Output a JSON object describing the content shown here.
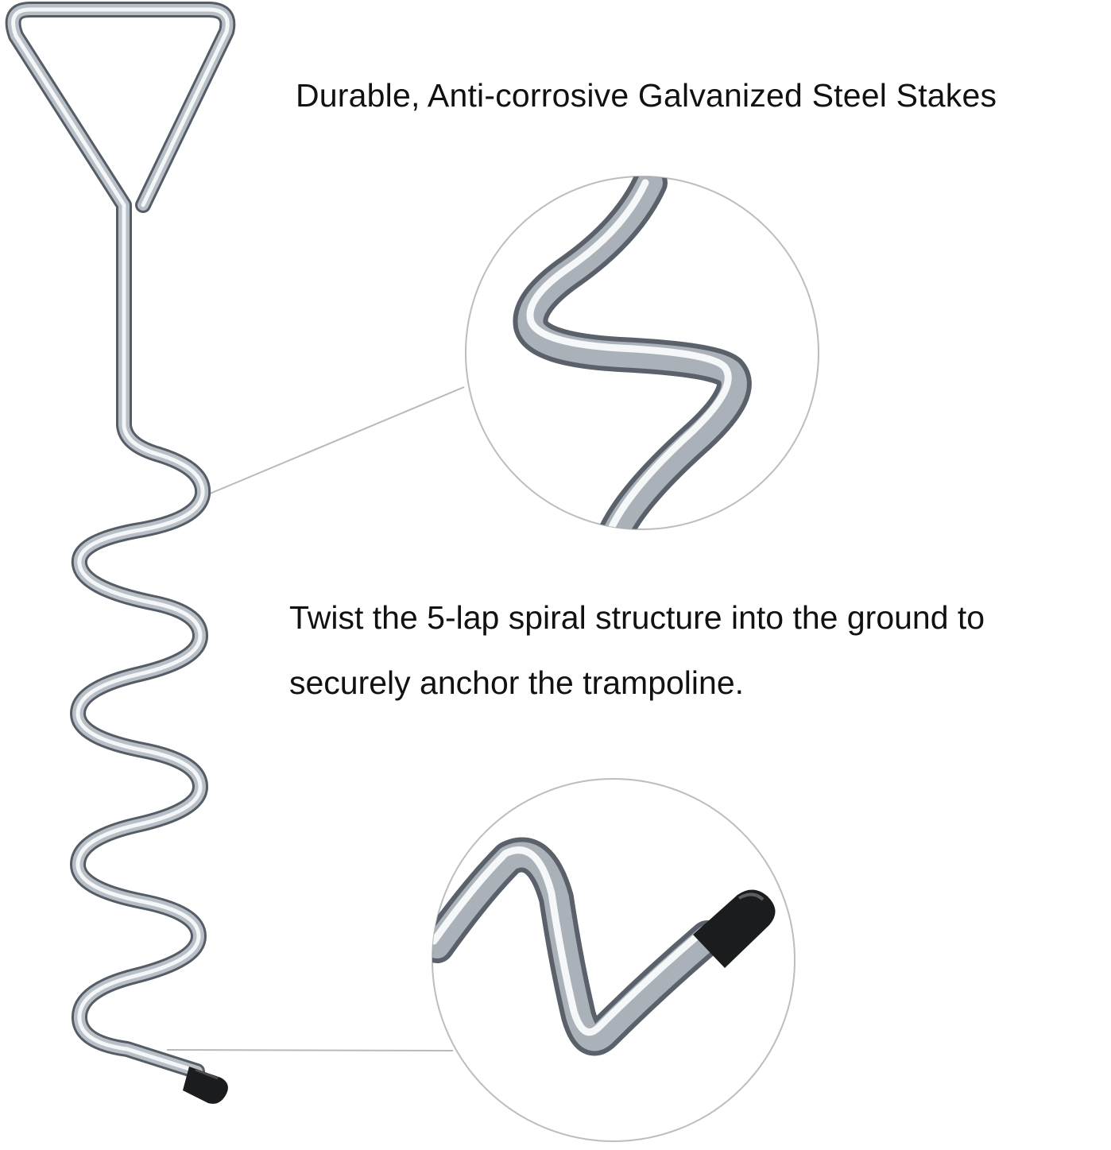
{
  "headline": "Durable, Anti-corrosive Galvanized Steel Stakes",
  "description": {
    "line1": "Twist the 5-lap spiral structure into the ground to",
    "line2": "securely anchor the trampoline."
  },
  "colors": {
    "steel_light": "#f2f4f6",
    "steel_mid": "#a9b0b8",
    "steel_dark": "#5f6670",
    "cap": "#1b1c1e",
    "callout_line": "#b9b9b9",
    "circle_outline": "#bdbdbd"
  },
  "icons": [
    "spiral-stake-icon",
    "stake-cap-icon",
    "zoom-circle-icon"
  ]
}
